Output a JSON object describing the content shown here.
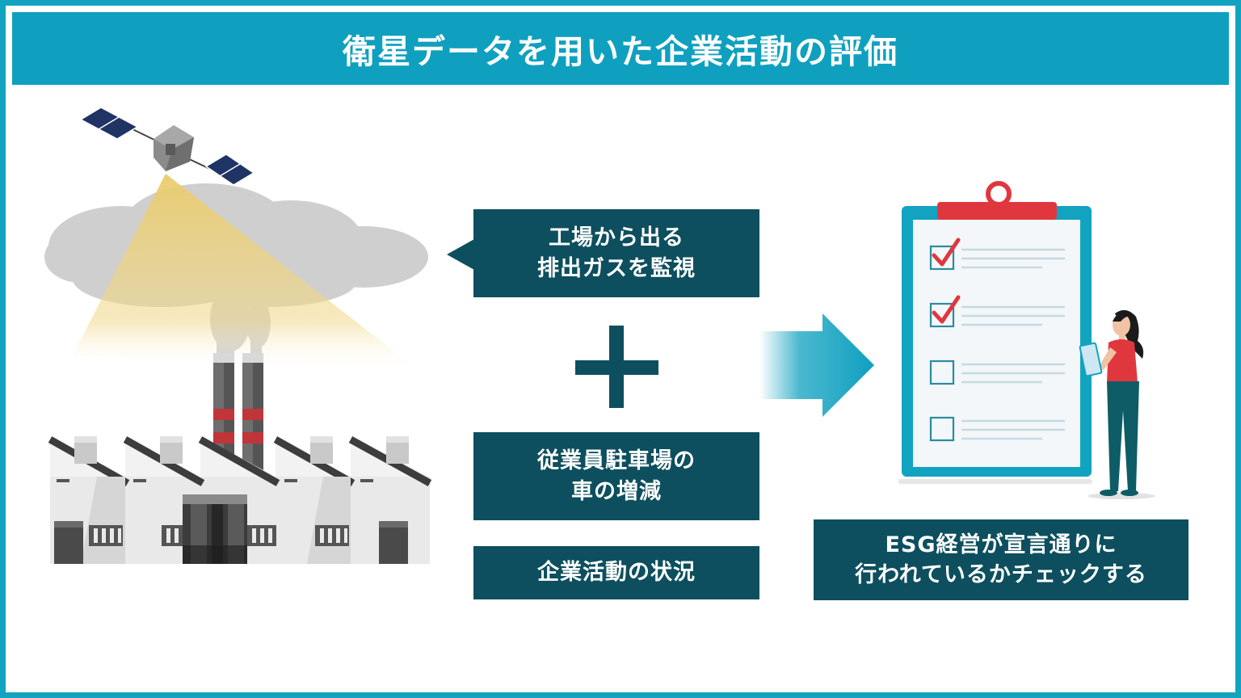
{
  "title": "衛星データを用いた企業活動の評価",
  "boxes": {
    "emissions": [
      "工場から出る",
      "排出ガスを監視"
    ],
    "parking": [
      "従業員駐車場の",
      "車の増減"
    ],
    "activity": "企業活動の状況",
    "result": [
      "ESG経営が宣言通りに",
      "行われているかチェックする"
    ]
  },
  "colors": {
    "frame": "#12a3c1",
    "title_bg": "#0fa0bf",
    "box_bg": "#0d4f5e",
    "check_mark": "#e0373f"
  },
  "checklist": {
    "items": 4,
    "checked": 2
  }
}
